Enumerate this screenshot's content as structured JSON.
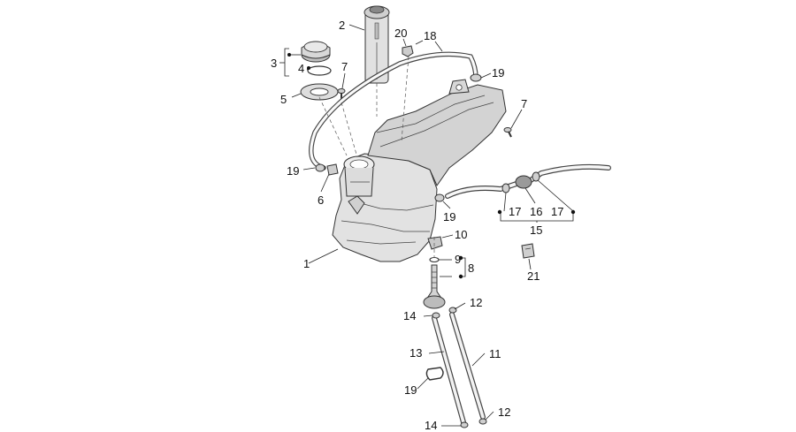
{
  "callouts": {
    "c1": "1",
    "c2": "2",
    "c3": "3",
    "c4": "4",
    "c5": "5",
    "c6": "6",
    "c7a": "7",
    "c7b": "7",
    "c8": "8",
    "c9": "9",
    "c10": "10",
    "c11": "11",
    "c12a": "12",
    "c12b": "12",
    "c13": "13",
    "c14a": "14",
    "c14b": "14",
    "c15": "15",
    "c16": "16",
    "c17a": "17",
    "c17b": "17",
    "c18": "18",
    "c19a": "19",
    "c19b": "19",
    "c19c": "19",
    "c19d": "19",
    "c20": "20",
    "c21": "21"
  },
  "colors": {
    "part_fill": "#e3e3e3",
    "part_fill_dark": "#c8c8c8",
    "line": "#333333",
    "text": "#111111"
  }
}
